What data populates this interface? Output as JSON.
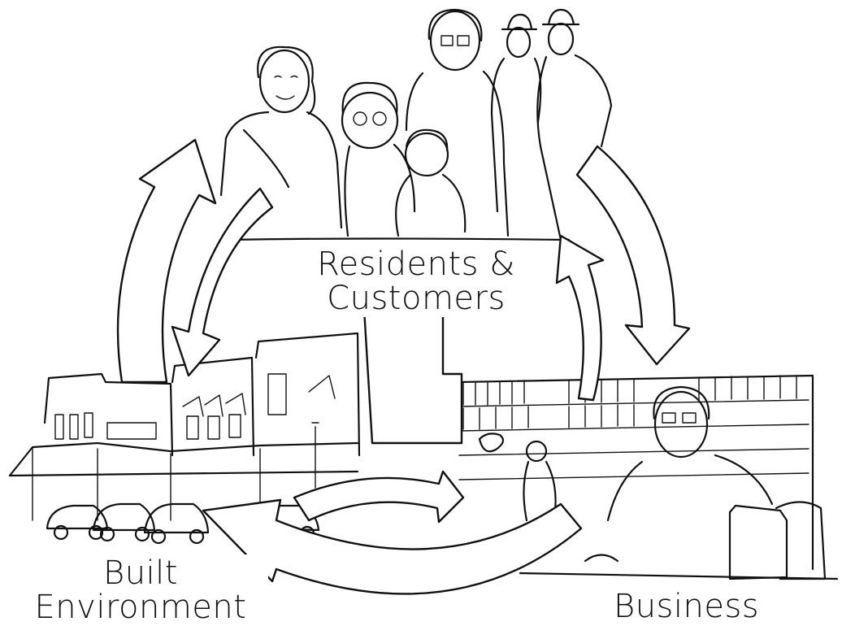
{
  "diagram": {
    "nodes": {
      "residents": {
        "line1": "Residents &",
        "line2": "Customers"
      },
      "built": {
        "line1": "Built",
        "line2": "Environment"
      },
      "business": {
        "label": "Business"
      }
    },
    "ink_color": "#111111",
    "background_color": "#ffffff"
  }
}
